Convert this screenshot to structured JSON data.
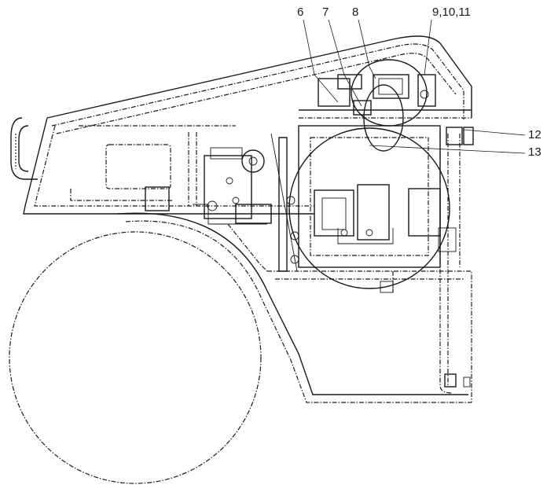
{
  "callouts": {
    "c6": "6",
    "c7": "7",
    "c8": "8",
    "c9_10_11": "9,10,11",
    "c12": "12",
    "c13": "13"
  }
}
